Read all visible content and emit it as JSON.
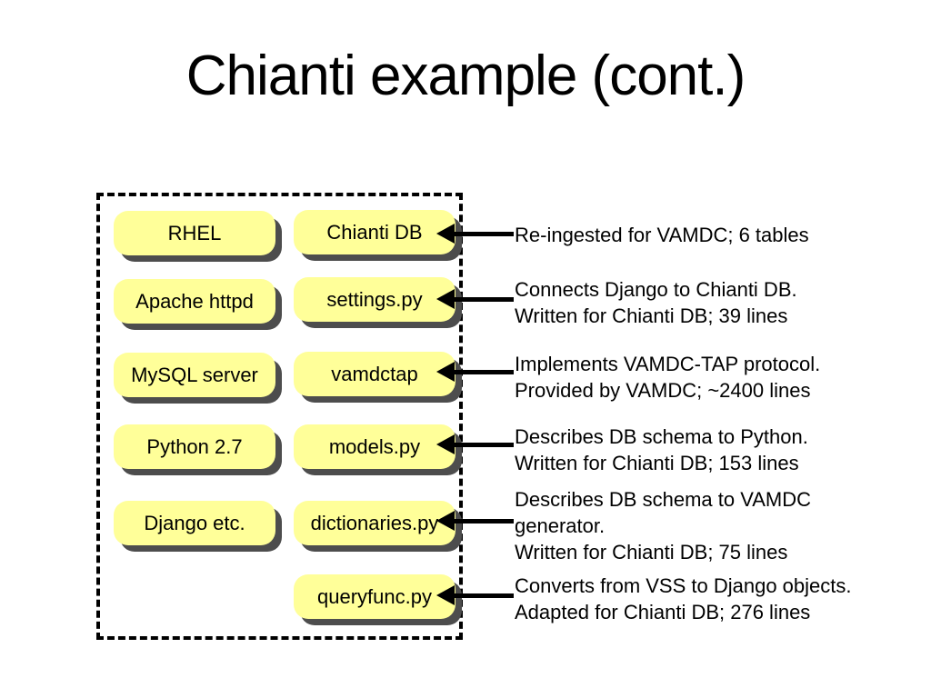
{
  "slide": {
    "title": "Chianti example (cont.)",
    "colors": {
      "background": "#ffffff",
      "text": "#000000",
      "node_fill": "#ffff99",
      "node_shadow": "#4d4d4d",
      "dashed_border": "#000000",
      "arrow": "#000000"
    },
    "diagram": {
      "left_column": [
        "RHEL",
        "Apache httpd",
        "MySQL server",
        "Python 2.7",
        "Django etc."
      ],
      "right_column": [
        "Chianti DB",
        "settings.py",
        "vamdctap",
        "models.py",
        "dictionaries.py",
        "queryfunc.py"
      ]
    },
    "annotations": [
      {
        "lines": [
          "Re-ingested for VAMDC; 6 tables"
        ]
      },
      {
        "lines": [
          "Connects Django to Chianti DB.",
          "Written for Chianti DB; 39 lines"
        ]
      },
      {
        "lines": [
          "Implements VAMDC-TAP protocol.",
          "Provided by VAMDC; ~2400 lines"
        ]
      },
      {
        "lines": [
          "Describes DB schema to Python.",
          "Written for Chianti DB; 153 lines"
        ]
      },
      {
        "lines": [
          "Describes DB schema to VAMDC",
          "generator.",
          "Written for Chianti DB; 75 lines"
        ]
      },
      {
        "lines": [
          "Converts from VSS to Django objects.",
          "Adapted for Chianti DB; 276 lines"
        ]
      }
    ]
  }
}
